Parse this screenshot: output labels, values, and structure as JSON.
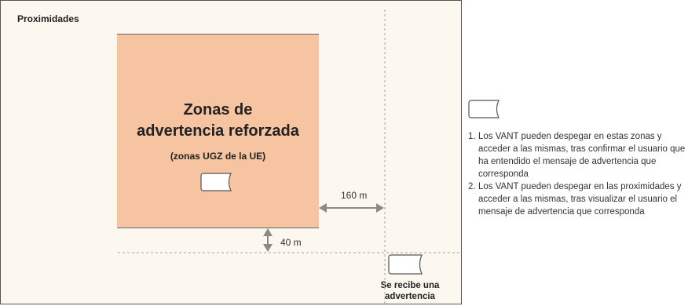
{
  "panel": {
    "title": "Proximidades"
  },
  "zone": {
    "title_line1": "Zonas de",
    "title_line2": "advertencia reforzada",
    "subtitle": "(zonas UGZ de la UE)"
  },
  "distances": {
    "horizontal": "160 m",
    "vertical": "40 m"
  },
  "notice": {
    "line1": "Se recibe una",
    "line2": "advertencia"
  },
  "notes": [
    {
      "num": "1.",
      "text": "Los VANT pueden despegar en estas zonas y acceder a las mismas, tras confirmar el usuario que ha entendido el mensaje de advertencia que corresponda"
    },
    {
      "num": "2.",
      "text": "Los VANT pueden despegar en las proximidades y acceder a las mismas, tras visualizar el usuario el mensaje de advertencia que corresponda"
    }
  ],
  "icons": [
    "message-tag-icon"
  ],
  "colors": {
    "panel_bg": "#fcf8ef",
    "zone_fill": "#f6c4a0",
    "arrow": "#8a8a8a"
  }
}
